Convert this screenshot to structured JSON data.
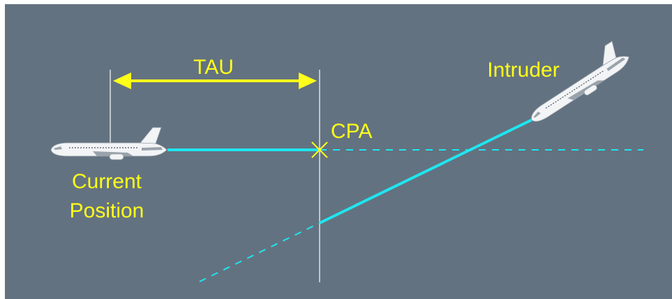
{
  "labels": {
    "tau": "TAU",
    "intruder": "Intruder",
    "cpa": "CPA",
    "current_line1": "Current",
    "current_line2": "Position"
  },
  "colors": {
    "background": "#637280",
    "label": "#ffff1a",
    "track": "#1ee6f0",
    "reference_line": "#ffffff",
    "aircraft_body": "#f2f4f6",
    "aircraft_detail": "#9aa3ab"
  },
  "icons": {
    "own_aircraft": "airliner-icon",
    "intruder_aircraft": "airliner-icon",
    "cpa_marker": "x-mark-icon"
  }
}
